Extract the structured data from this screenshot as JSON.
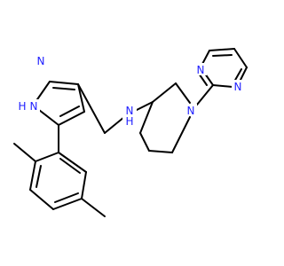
{
  "molecule": {
    "atoms": [
      {
        "id": "n_pz1",
        "label": "N",
        "color": "#1f1fff"
      },
      {
        "id": "n_pz2",
        "label": "H",
        "color": "#1f1fff"
      },
      {
        "id": "n_pz2b",
        "label": "N",
        "color": "#1f1fff"
      },
      {
        "id": "n_amine",
        "label": "N",
        "color": "#1f1fff"
      },
      {
        "id": "h_amine",
        "label": "H",
        "color": "#1f1fff"
      },
      {
        "id": "n_pip",
        "label": "N",
        "color": "#1f1fff"
      },
      {
        "id": "n_pym1",
        "label": "N",
        "color": "#1f1fff"
      },
      {
        "id": "n_pym2",
        "label": "N",
        "color": "#1f1fff"
      }
    ]
  },
  "colors": {
    "bond": "#000000",
    "nitrogen": "#1f1fff",
    "background": "#ffffff"
  }
}
